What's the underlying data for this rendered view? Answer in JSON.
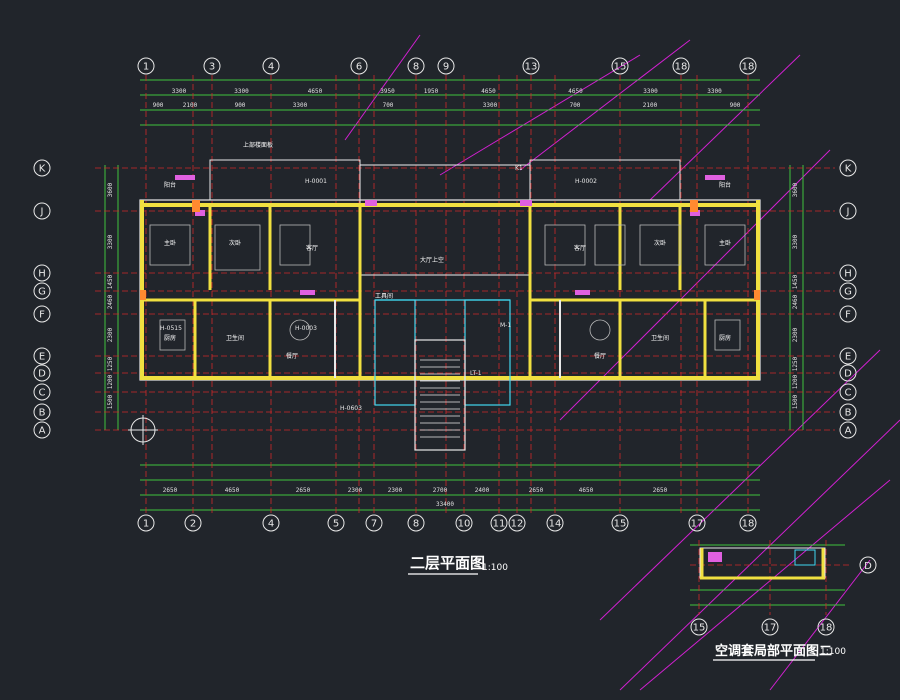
{
  "drawing": {
    "title": "二层平面图",
    "scale": "1:100",
    "inset_title": "空调套局部平面图二",
    "inset_scale": "1:100"
  },
  "axes_top": [
    "1",
    "3",
    "4",
    "6",
    "8",
    "9",
    "13",
    "15",
    "18",
    "18"
  ],
  "axes_bottom": [
    "1",
    "2",
    "4",
    "5",
    "7",
    "8",
    "10",
    "11",
    "12",
    "14",
    "15",
    "17",
    "18"
  ],
  "axes_rows": [
    "K",
    "J",
    "H",
    "G",
    "F",
    "E",
    "D",
    "C",
    "B",
    "A"
  ],
  "inset_axes": [
    "15",
    "17",
    "18"
  ],
  "inset_row": "D",
  "dims_top": [
    "3300",
    "3300",
    "4650",
    "3950",
    "1950",
    "4650",
    "4650",
    "3300",
    "3300"
  ],
  "dims_top2": [
    "900",
    "2100",
    "900",
    "3300",
    "700",
    "3300",
    "700",
    "2100",
    "900"
  ],
  "dims_bottom": [
    "2650",
    "4650",
    "2650",
    "2300",
    "2300",
    "2700",
    "2400",
    "2650",
    "4650",
    "2650"
  ],
  "dims_total": "33400",
  "dims_left": [
    "3600",
    "3300",
    "1450",
    "2460",
    "2300",
    "1250",
    "1200",
    "1500"
  ],
  "room_labels": [
    "主卧",
    "次卧",
    "客厅",
    "餐厅",
    "厨房",
    "卫生间",
    "阳台",
    "大厅上空",
    "工具间",
    "上部楼面板"
  ],
  "tags": [
    "H-0001",
    "H-0002",
    "H-0003",
    "H-0515",
    "H-0603",
    "LT-1",
    "K1",
    "M-1"
  ]
}
